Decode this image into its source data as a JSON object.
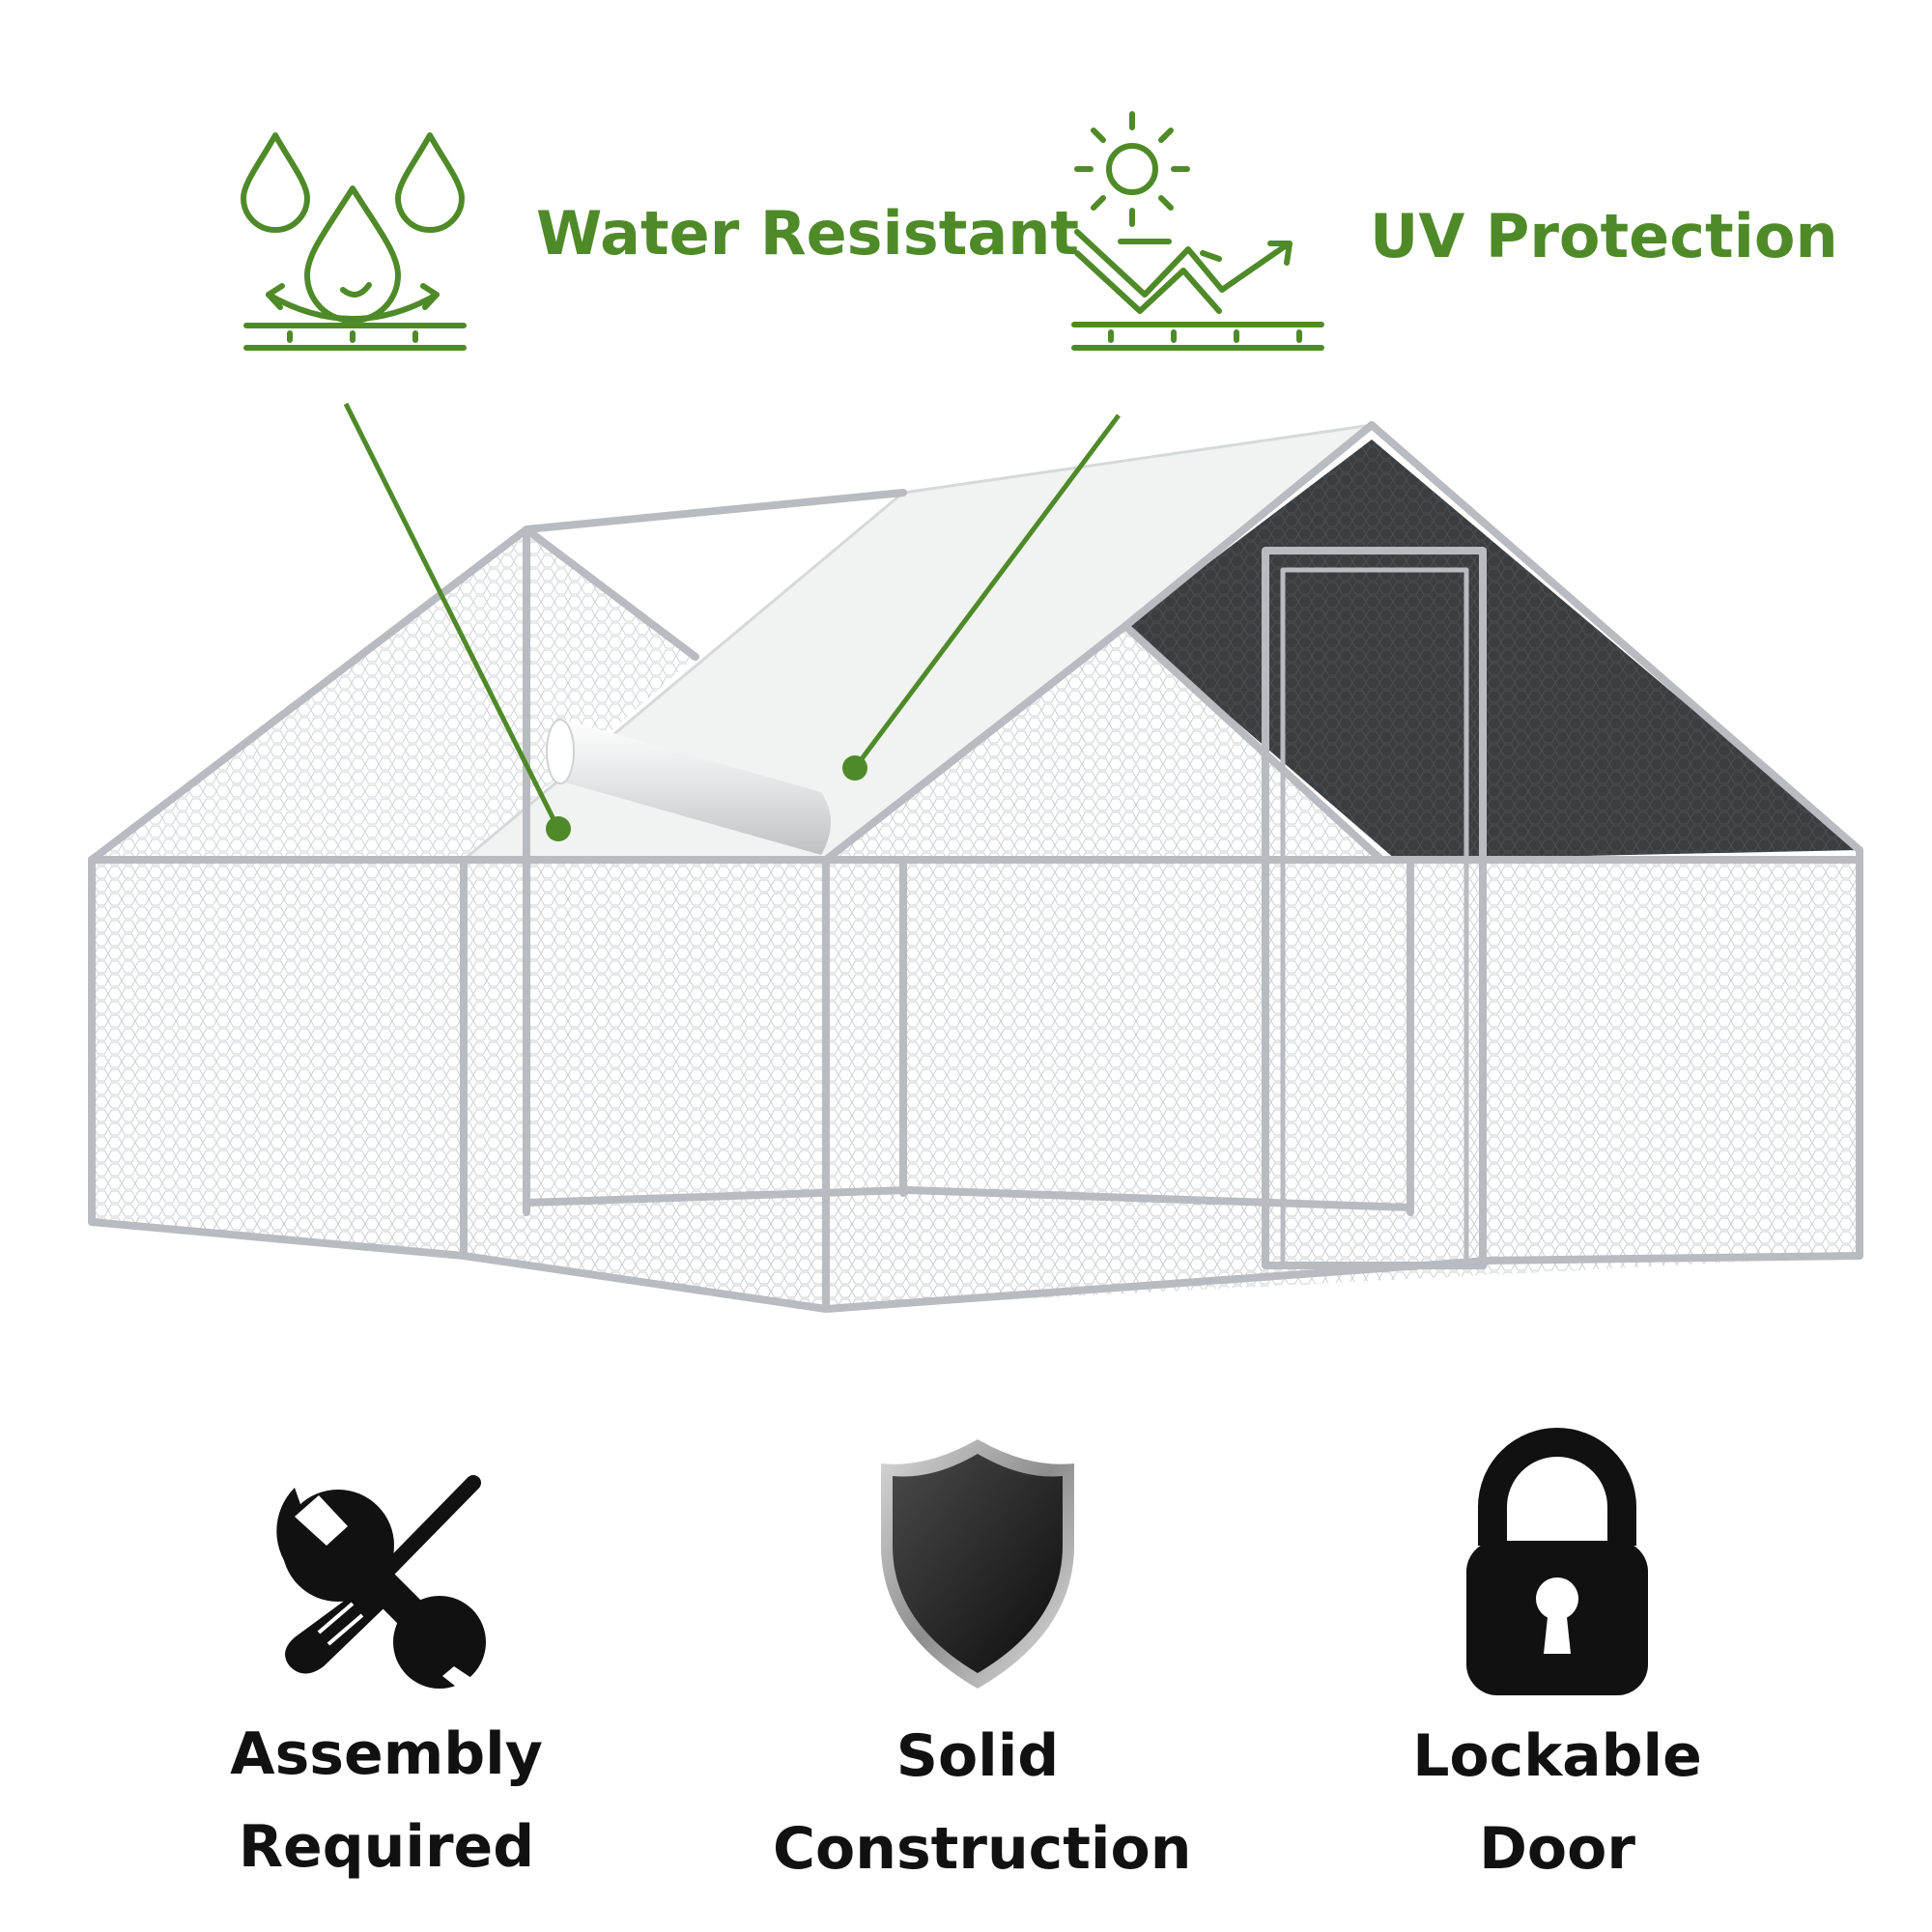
{
  "features": {
    "water": {
      "label": "Water Resistant",
      "icon": "water-drops-icon"
    },
    "uv": {
      "label": "UV Protection",
      "icon": "sun-uv-icon"
    }
  },
  "product": {
    "icon": "chicken-coop-run-image"
  },
  "badges": {
    "assembly": {
      "line1": "Assembly",
      "line2": "Required",
      "icon": "wrench-screwdriver-icon"
    },
    "solid": {
      "line1": "Solid",
      "line2": "Construction",
      "icon": "shield-icon"
    },
    "lock": {
      "line1": "Lockable",
      "line2": "Door",
      "icon": "padlock-icon"
    }
  },
  "colors": {
    "accent_green": "#4f8a28",
    "text_dark": "#111111",
    "frame_silver": "#b8bcc0",
    "shade_cover": "#3a3d40",
    "roof_cover": "#f1f2f2"
  }
}
